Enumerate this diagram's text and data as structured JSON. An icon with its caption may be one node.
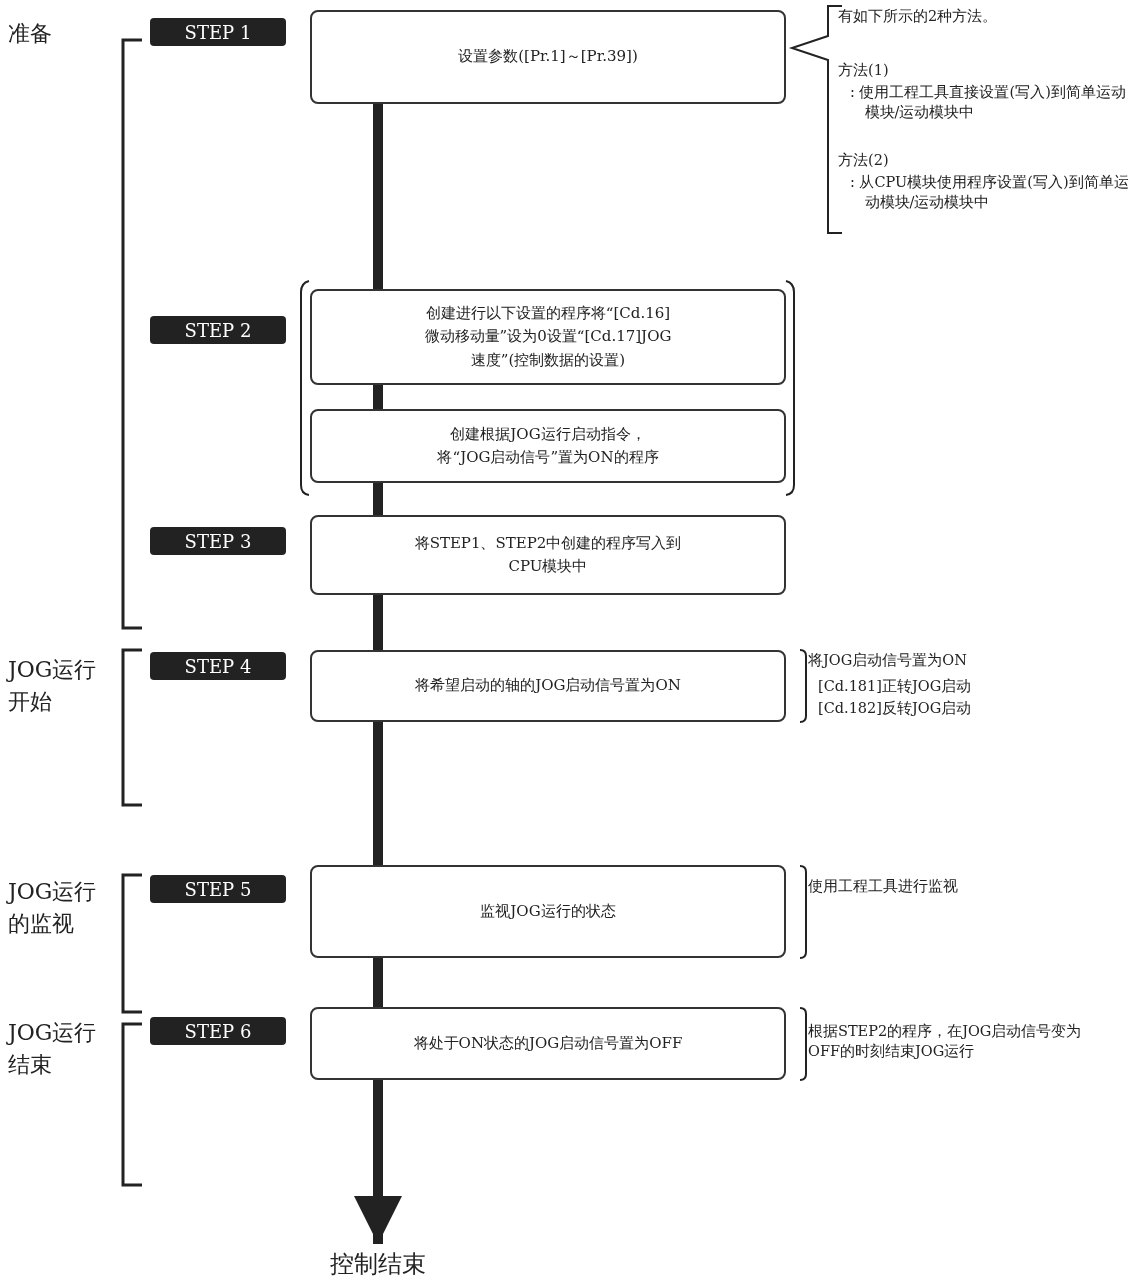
{
  "diagram": {
    "nodes": [
      {
        "text": [
          "STEP 1"
        ]
      },
      {
        "text": [
          "设置参数([Pr.1]～[Pr.39])"
        ]
      },
      {
        "text": [
          "STEP 2"
        ]
      },
      {
        "text": [
          "创建进行以下设置的程序将“[Cd.16]微动移动量”设为0设置“[Cd.17]JOG速度”(控制数据的设置)"
        ]
      },
      {
        "text": [
          "创建根据JOG运行启动指令，将“JOG启动信号”置为ON的程序"
        ]
      },
      {
        "text": [
          "STEP 3"
        ]
      },
      {
        "text": [
          "将STEP1、STEP2中创建的程序写入到CPU模块中"
        ]
      },
      {
        "text": [
          "STEP 4"
        ]
      },
      {
        "text": [
          "将希望启动的轴的JOG启动信号置为ON"
        ]
      },
      {
        "text": [
          "STEP 5"
        ]
      },
      {
        "text": [
          "监视JOG运行的状态"
        ]
      },
      {
        "text": [
          "STEP 6"
        ]
      },
      {
        "text": [
          "将处于ON状态的JOG启动信号置为OFF"
        ]
      },
      {
        "text": [
          "控制结束"
        ]
      }
    ],
    "edges": [
      {
        "from": 1,
        "to": 3,
        "arrow": "none"
      },
      {
        "from": 3,
        "to": 4,
        "arrow": "none"
      },
      {
        "from": 4,
        "to": 6,
        "arrow": "none"
      },
      {
        "from": 6,
        "to": 8,
        "arrow": "none"
      },
      {
        "from": 8,
        "to": 10,
        "arrow": "none"
      },
      {
        "from": 10,
        "to": 12,
        "arrow": "none"
      },
      {
        "from": 12,
        "to": 13,
        "arrow": "to"
      }
    ],
    "labels": [
      "准备",
      "JOG运行开始",
      "JOG运行的监视",
      "JOG运行结束",
      "有如下所示的2种方法。",
      "方法(1)",
      ": 使用工程工具直接设置(写入)到简单运动模块/运动模块中",
      "方法(2)",
      ": 从CPU模块使用程序设置(写入)到简单运动模块/运动模块中",
      "将JOG启动信号置为ON",
      "[Cd.181]正转JOG启动",
      "[Cd.182]反转JOG启动",
      "使用工程工具进行监视",
      "根据STEP2的程序，在JOG启动信号变为OFF的时刻结束JOG运行"
    ]
  }
}
